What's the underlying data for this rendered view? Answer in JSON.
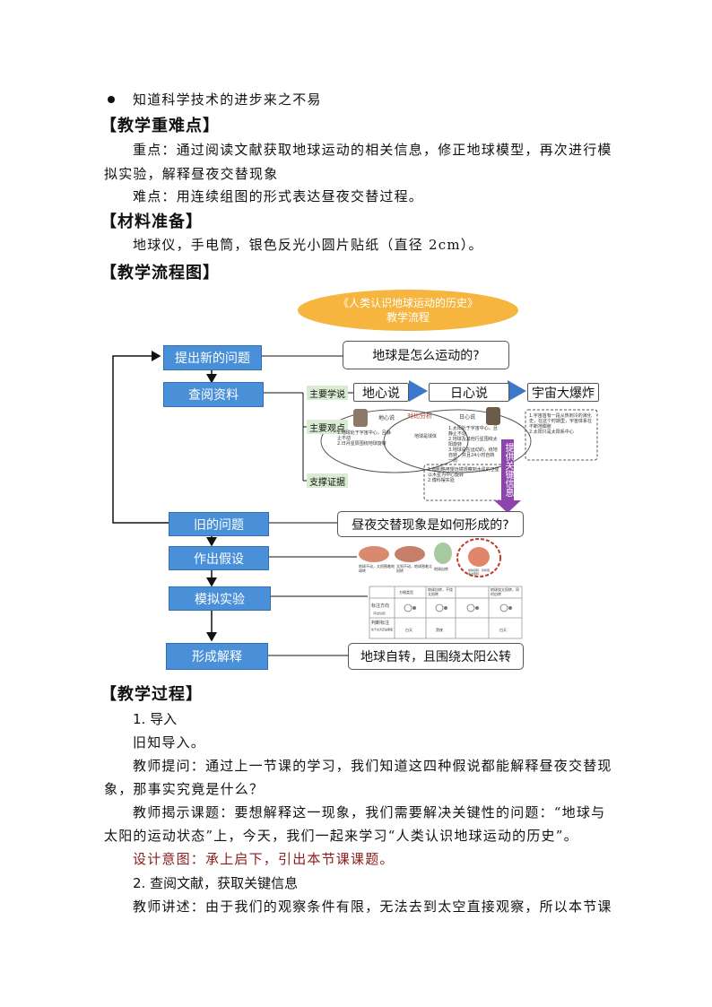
{
  "objective_bullet": "知道科学技术的进步来之不易",
  "sections": {
    "key_points_heading": "【教学重难点】",
    "key_point_line1": "重点：通过阅读文献获取地球运动的相关信息，修正地球模型，再次进行模",
    "key_point_line2": "拟实验，解释昼夜交替现象",
    "difficulty": "难点：用连续组图的形式表达昼夜交替过程。",
    "materials_heading": "【材料准备】",
    "materials": "地球仪，手电筒，银色反光小圆片贴纸（直径 2cm）。",
    "flowchart_heading": "【教学流程图】",
    "process_heading": "【教学过程】"
  },
  "flowchart": {
    "title_line1": "《人类认识地球运动的历史》",
    "title_line2": "教学流程",
    "steps": {
      "new_question": "提出新的问题",
      "consult": "查阅资料",
      "old_question": "旧的问题",
      "hypothesis": "作出假设",
      "simulation": "模拟实验",
      "explanation": "形成解释"
    },
    "answers": {
      "how_moves": "地球是怎么运动的?",
      "day_night": "昼夜交替现象是如何形成的?",
      "conclusion": "地球自转，且围绕太阳公转"
    },
    "theories": {
      "geocentric": "地心说",
      "heliocentric": "日心说",
      "big_bang": "宇宙大爆炸"
    },
    "labels": {
      "main_theory": "主要学说",
      "main_view": "主要观点",
      "evidence": "支撑证据",
      "compare": "对比分析",
      "key_info": "提供关键信息"
    },
    "diagram_text": {
      "geo_label": "地心说",
      "helio_label": "日心说",
      "geo_points": "1.地球处于宇宙中心，且静止不动\n2.日月星辰围绕地球旋转",
      "shared": "地球是球体",
      "helio_points": "1.太阳处于宇宙中心，且静止不动\n2.地球及其他行星围绕太阳旋转\n3.地球是在运动的，绕地自转，并且24小时自转一周",
      "evidence_points": "1.伽利略用望远镜观察到木星的卫星以木星为中心旋转\n2.傅科摆实验",
      "big_bang_points": "1.宇宙首有一段从热到冷的演化史，在这个时期里，宇宙体系在不断地膨胀\n2.太阳只是太阳系中心"
    },
    "hypothesis_captions": [
      "地球不动，太阳围着地球转",
      "太阳不动，地球围着太阳转",
      "地球自转",
      "地球自转，同时围着太阳转"
    ],
    "table": {
      "headers": [
        "",
        "方格类型",
        "地球自转，不绕太阳转",
        "地球绕太阳转，同时自转"
      ],
      "row1_label": "标注方向",
      "row1_sub": "（写出位置）",
      "row2_label": "判断标注",
      "row2_sub": "处于白天还是黑夜",
      "row2_values": [
        "白天",
        "黑夜",
        "白天"
      ]
    }
  },
  "process": {
    "s1_title": "1. 导入",
    "s1_intro": "旧知导入。",
    "s1_q_line1": "教师提问：通过上一节课的学习，我们知道这四种假说都能解释昼夜交替现",
    "s1_q_line2": "象，那事实究竟是什么？",
    "s1_r_line1": "教师揭示课题：要想解释这一现象，我们需要解决关键性的问题：“地球与",
    "s1_r_line2": "太阳的运动状态”上，今天，我们一起来学习“人类认识地球运动的历史”。",
    "s1_design": "设计意图：承上启下，引出本节课课题。",
    "s2_title": "2. 查阅文献，获取关键信息",
    "s2_line1": "教师讲述：由于我们的观察条件有限，无法去到太空直接观察，所以本节课"
  },
  "colors": {
    "step_fill": "#4a90d9",
    "title_oval": "#f6b53f",
    "green_label": "#d9ebd2",
    "key_info": "#8e44ad",
    "design_note": "#8b1a1a"
  }
}
